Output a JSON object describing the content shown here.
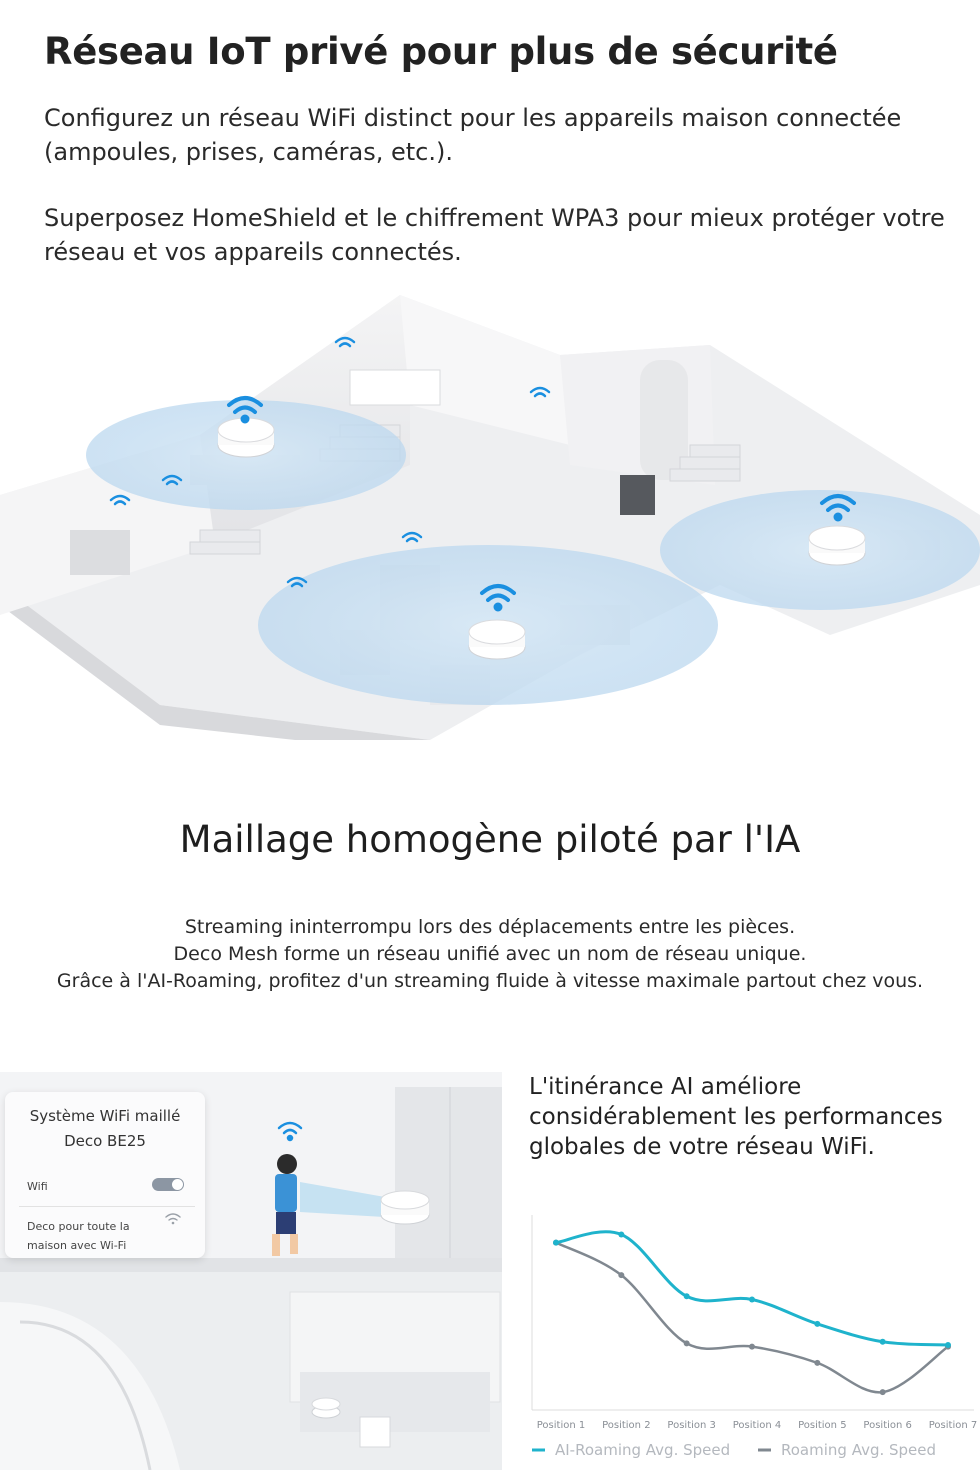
{
  "section1": {
    "title": "Réseau IoT privé pour plus de sécurité",
    "paragraph1": "Configurez un réseau WiFi distinct pour les appareils maison connectée (ampoules, prises, caméras, etc.).",
    "paragraph2": "Superposez HomeShield et le chiffrement WPA3 pour mieux protéger votre réseau et vos appareils connectés."
  },
  "section2": {
    "title": "Maillage homogène piloté par l'IA",
    "lines": [
      "Streaming ininterrompu lors des déplacements entre les pièces.",
      "Deco Mesh forme un réseau unifié avec un nom de réseau unique.",
      "Grâce à l'AI-Roaming, profitez d'un streaming fluide à vitesse maximale partout chez vous."
    ]
  },
  "card": {
    "title_line1": "Système WiFi maillé",
    "title_line2": "Deco BE25",
    "wifi_label": "Wifi",
    "network_label": "Deco pour toute la maison avec Wi-Fi"
  },
  "right_text": "L'itinérance AI améliore considérablement les performances globales de votre réseau WiFi.",
  "colors": {
    "ai_series": "#1fb3cc",
    "roaming_series": "#808890",
    "wifi_icon": "#1a8fe0"
  },
  "icons": [
    "wifi-icon",
    "toggle-switch",
    "deco-router-icon"
  ],
  "chart_data": {
    "type": "line",
    "categories": [
      "Position 1",
      "Position 2",
      "Position 3",
      "Position 4",
      "Position 5",
      "Position 6",
      "Position 7"
    ],
    "series": [
      {
        "name": "AI-Roaming Avg. Speed",
        "values": [
          88,
          93,
          55,
          53,
          38,
          27,
          25
        ]
      },
      {
        "name": "Roaming Avg. Speed",
        "values": [
          88,
          68,
          26,
          24,
          14,
          -4,
          24
        ]
      }
    ],
    "ylim": [
      -15,
      105
    ],
    "grid": false,
    "legend_position": "bottom",
    "xlabel": "",
    "ylabel": ""
  }
}
